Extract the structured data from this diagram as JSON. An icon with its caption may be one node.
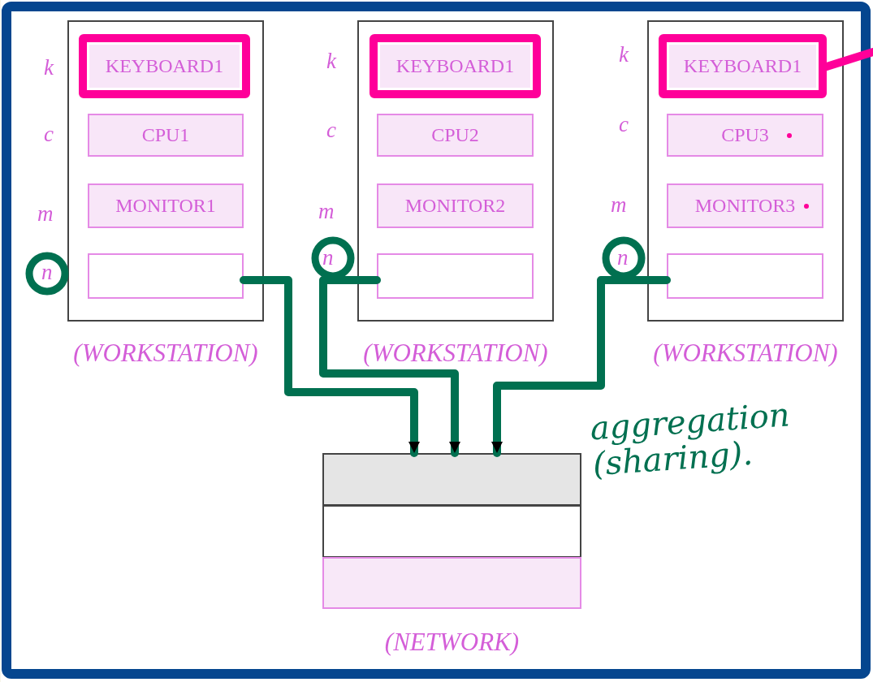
{
  "diagram": {
    "nodes": [
      {
        "text": [
          "(WORKSTATION)"
        ]
      },
      {
        "text": [
          "KEYBOARD1"
        ],
        "in": 0
      },
      {
        "text": [
          "CPU1"
        ],
        "in": 0
      },
      {
        "text": [
          "MONITOR1"
        ],
        "in": 0
      },
      {
        "text": [],
        "shape": "box",
        "in": 0
      },
      {
        "text": [
          "(WORKSTATION)"
        ]
      },
      {
        "text": [
          "KEYBOARD1"
        ],
        "in": 5
      },
      {
        "text": [
          "CPU2"
        ],
        "in": 5
      },
      {
        "text": [
          "MONITOR2"
        ],
        "in": 5
      },
      {
        "text": [],
        "shape": "box",
        "in": 5
      },
      {
        "text": [
          "(WORKSTATION)"
        ]
      },
      {
        "text": [
          "KEYBOARD1"
        ],
        "in": 10
      },
      {
        "text": [
          "CPU3"
        ],
        "in": 10
      },
      {
        "text": [
          "MONITOR3"
        ],
        "in": 10
      },
      {
        "text": [],
        "shape": "box",
        "in": 10
      },
      {
        "text": [
          "(NETWORK)"
        ]
      },
      {
        "text": [],
        "shape": "box",
        "in": 15
      },
      {
        "text": [],
        "shape": "box",
        "in": 15
      },
      {
        "text": [],
        "shape": "box",
        "in": 15
      }
    ],
    "edges": [
      {
        "from": 4,
        "to": 15,
        "arrow": "to"
      },
      {
        "from": 9,
        "to": 15,
        "arrow": "to"
      },
      {
        "from": 14,
        "to": 15,
        "arrow": "to"
      },
      {
        "from": 11,
        "to": null,
        "arrow": "none",
        "color": "#ff0099"
      }
    ],
    "labels": [
      "k",
      "c",
      "m",
      "n",
      "k",
      "c",
      "m",
      "n",
      "k",
      "c",
      "m",
      "n",
      "aggregation (sharing)."
    ]
  }
}
